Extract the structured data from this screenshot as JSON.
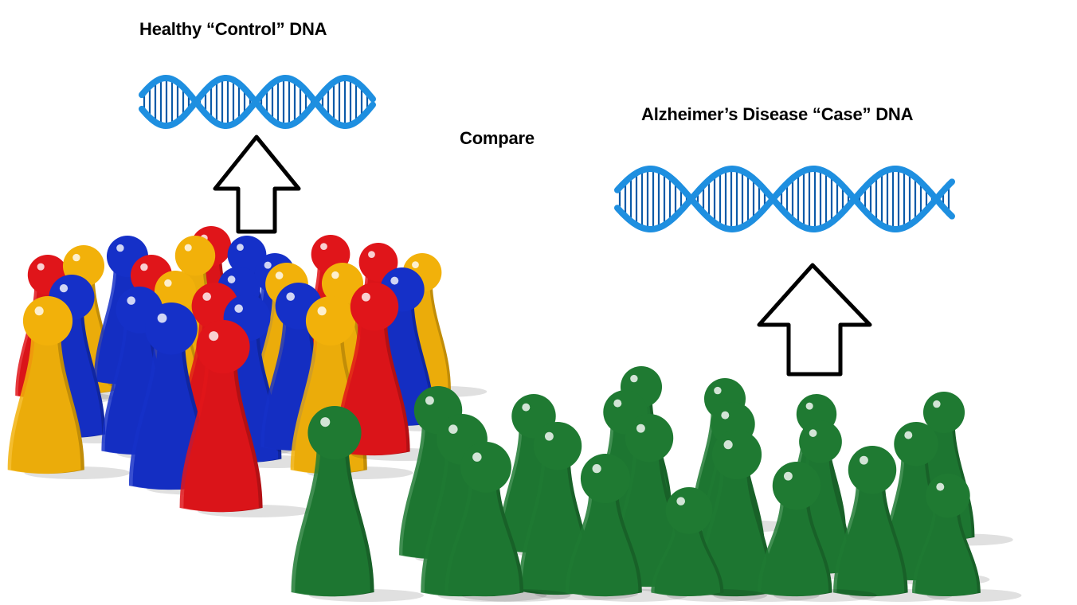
{
  "labels": {
    "control": "Healthy “Control” DNA",
    "case": "Alzheimer’s Disease “Case” DNA",
    "compare": "Compare"
  },
  "colors": {
    "dna": "#1e8fe0",
    "dna_dark": "#0b5aa8",
    "arrow": "#000000",
    "pawn_red": "#e0151a",
    "pawn_blue": "#1530c8",
    "pawn_yellow": "#f2b10a",
    "pawn_green": "#1f7a32"
  },
  "icons": [
    "dna-helix-icon",
    "up-arrow-icon",
    "game-pawn-icon"
  ]
}
